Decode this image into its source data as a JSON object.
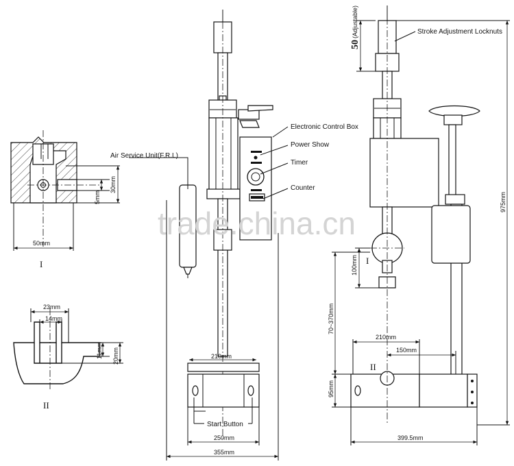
{
  "watermark": "trade.china.cn",
  "detail_I": {
    "roman": "I",
    "dim_width": "50mm",
    "dim_height": "30mm",
    "dim_hole": "5mm"
  },
  "detail_II": {
    "roman": "II",
    "dim_outer": "23mm",
    "dim_inner": "14mm",
    "dim_slot": "11mm",
    "dim_depth": "20mm"
  },
  "front_view": {
    "air_unit": "Air Service Unit(F.R.L)",
    "control_box": "Electronic Control Box",
    "power_show": "Power Show",
    "timer": "Timer",
    "counter": "Counter",
    "start_button": "Start Button",
    "dim_table": "210mm",
    "dim_base": "250mm",
    "dim_total": "355mm"
  },
  "side_view": {
    "adjustable_value": "50",
    "adjustable_note": "(Adjustable)",
    "stroke_locknuts": "Stroke Adjustment Locknuts",
    "dim_height": "975mm",
    "dim_stroke": "100mm",
    "dim_range": "70~370mm",
    "dim_base_h": "95mm",
    "dim_table": "210mm",
    "dim_center": "150mm",
    "dim_depth": "399.5mm",
    "roman_I": "I",
    "roman_II": "II"
  }
}
